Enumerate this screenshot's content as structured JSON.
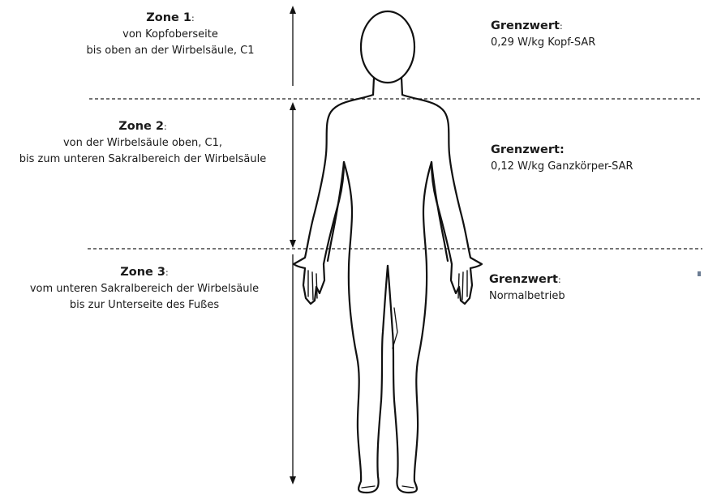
{
  "zones": [
    {
      "title": "Zone 1",
      "title_suffix": ":",
      "lines": [
        "von Kopfoberseite",
        "bis oben an der Wirbelsäule, C1"
      ],
      "limit_title": "Grenzwert",
      "limit_suffix": ":",
      "limit_value": "0,29 W/kg Kopf-SAR"
    },
    {
      "title": "Zone 2",
      "title_suffix": ":",
      "lines": [
        "von der Wirbelsäule oben, C1,",
        "bis zum unteren Sakralbereich der Wirbelsäule"
      ],
      "limit_title": "Grenzwert:",
      "limit_suffix": "",
      "limit_value": "0,12 W/kg Ganzkörper-SAR"
    },
    {
      "title": "Zone 3",
      "title_suffix": ":",
      "lines": [
        "vom unteren Sakralbereich der Wirbelsäule",
        "bis zur Unterseite des Fußes"
      ],
      "limit_title": "Grenzwert",
      "limit_suffix": ":",
      "limit_value": "Normalbetrieb"
    }
  ]
}
